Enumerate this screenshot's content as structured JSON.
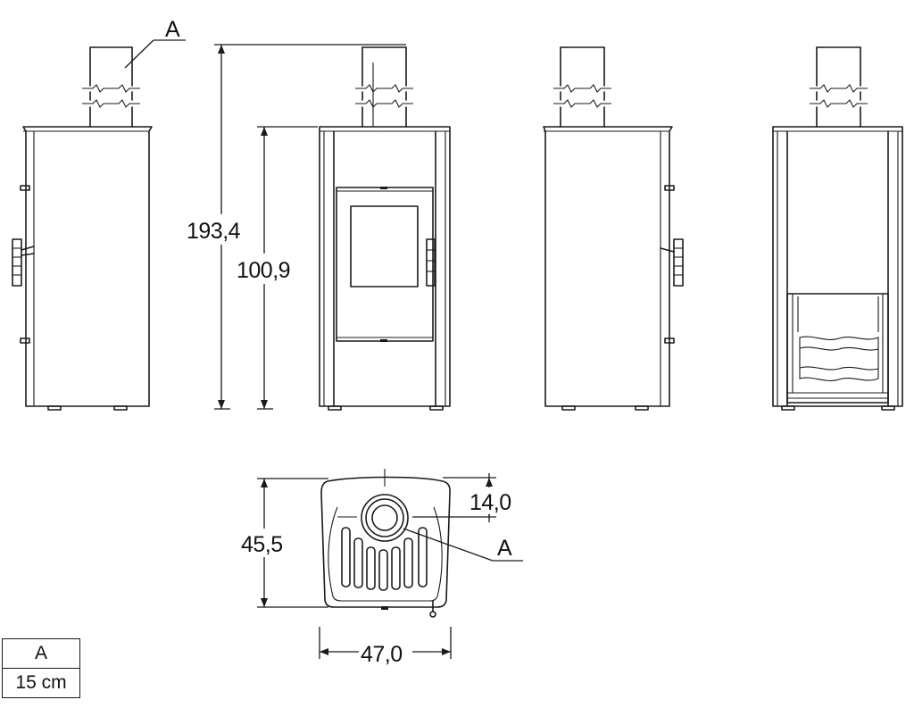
{
  "dimensions": {
    "total_height": "193,4",
    "body_height": "100,9",
    "depth": "45,5",
    "flue_offset": "14,0",
    "width": "47,0"
  },
  "callouts": {
    "flue_top": "A",
    "flue_plan": "A"
  },
  "legend": {
    "header": "A",
    "value": "15 cm"
  }
}
